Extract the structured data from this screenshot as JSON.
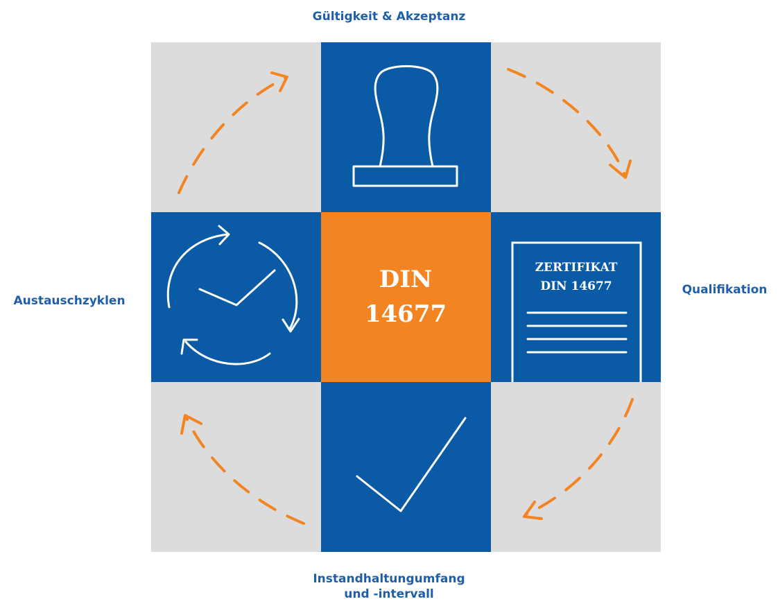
{
  "labels": {
    "top": "Gültigkeit & Akzeptanz",
    "left": "Austauschzyklen",
    "right": "Qualifikation",
    "bottom_line1": "Instandhaltungumfang",
    "bottom_line2": "und -intervall"
  },
  "center": {
    "line1": "DIN",
    "line2": "14677"
  },
  "certificate": {
    "line1": "ZERTIFIKAT",
    "line2": "DIN 14677"
  },
  "colors": {
    "blue": "#0a5aa6",
    "grey": "#dcdcdd",
    "orange": "#f28522",
    "label": "#1f5ea8"
  },
  "icons": {
    "top": "stamp-icon",
    "left": "clock-cycle-icon",
    "right": "certificate-icon",
    "bottom": "checkmark-icon"
  }
}
